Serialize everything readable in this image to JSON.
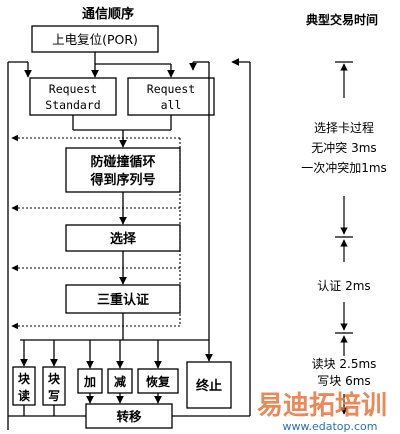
{
  "diagram": {
    "left_header": "通信顺序",
    "right_header": "典型交易时间",
    "por": "上电复位(POR)",
    "req_standard_1": "Request",
    "req_standard_2": "Standard",
    "req_all_1": "Request",
    "req_all_2": "all",
    "anticoll_1": "防碰撞循环",
    "anticoll_2": "得到序列号",
    "select": "选择",
    "auth3": "三重认证",
    "read_1": "块",
    "read_2": "读",
    "write_1": "块",
    "write_2": "写",
    "inc": "加",
    "dec": "减",
    "restore": "恢复",
    "halt": "终止",
    "transfer": "转移"
  },
  "timing": {
    "select_title": "选择卡过程",
    "no_collision": "无冲突  3ms",
    "one_collision": "一次冲突加1ms",
    "auth": "认证  2ms",
    "read": "读块  2.5ms",
    "write": "写块  6ms"
  },
  "watermark": {
    "logo": "易迪拓培训",
    "url": "www.edatop.com",
    "logo_color": "#e8733a",
    "url_color": "#2a6fb0"
  }
}
